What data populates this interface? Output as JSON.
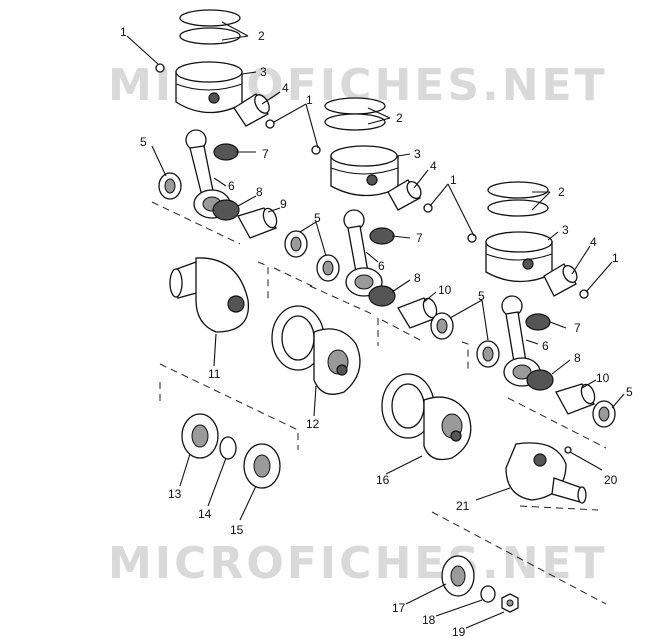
{
  "watermark": {
    "text": "MICROFICHES.NET"
  },
  "callouts": [
    {
      "id": "c1a",
      "label": "1"
    },
    {
      "id": "c2a",
      "label": "2"
    },
    {
      "id": "c3a",
      "label": "3"
    },
    {
      "id": "c4a",
      "label": "4"
    },
    {
      "id": "c1b",
      "label": "1"
    },
    {
      "id": "c2b",
      "label": "2"
    },
    {
      "id": "c3b",
      "label": "3"
    },
    {
      "id": "c4b",
      "label": "4"
    },
    {
      "id": "c1c",
      "label": "1"
    },
    {
      "id": "c2c",
      "label": "2"
    },
    {
      "id": "c3c",
      "label": "3"
    },
    {
      "id": "c4c",
      "label": "4"
    },
    {
      "id": "c1d",
      "label": "1"
    },
    {
      "id": "c5a",
      "label": "5"
    },
    {
      "id": "c6a",
      "label": "6"
    },
    {
      "id": "c7a",
      "label": "7"
    },
    {
      "id": "c8a",
      "label": "8"
    },
    {
      "id": "c9",
      "label": "9"
    },
    {
      "id": "c5b",
      "label": "5"
    },
    {
      "id": "c6b",
      "label": "6"
    },
    {
      "id": "c7b",
      "label": "7"
    },
    {
      "id": "c8b",
      "label": "8"
    },
    {
      "id": "c10a",
      "label": "10"
    },
    {
      "id": "c5c",
      "label": "5"
    },
    {
      "id": "c6c",
      "label": "6"
    },
    {
      "id": "c7c",
      "label": "7"
    },
    {
      "id": "c8c",
      "label": "8"
    },
    {
      "id": "c10b",
      "label": "10"
    },
    {
      "id": "c5d",
      "label": "5"
    },
    {
      "id": "c11",
      "label": "11"
    },
    {
      "id": "c12",
      "label": "12"
    },
    {
      "id": "c13",
      "label": "13"
    },
    {
      "id": "c14",
      "label": "14"
    },
    {
      "id": "c15",
      "label": "15"
    },
    {
      "id": "c16",
      "label": "16"
    },
    {
      "id": "c17",
      "label": "17"
    },
    {
      "id": "c18",
      "label": "18"
    },
    {
      "id": "c19",
      "label": "19"
    },
    {
      "id": "c20",
      "label": "20"
    },
    {
      "id": "c21",
      "label": "21"
    }
  ]
}
